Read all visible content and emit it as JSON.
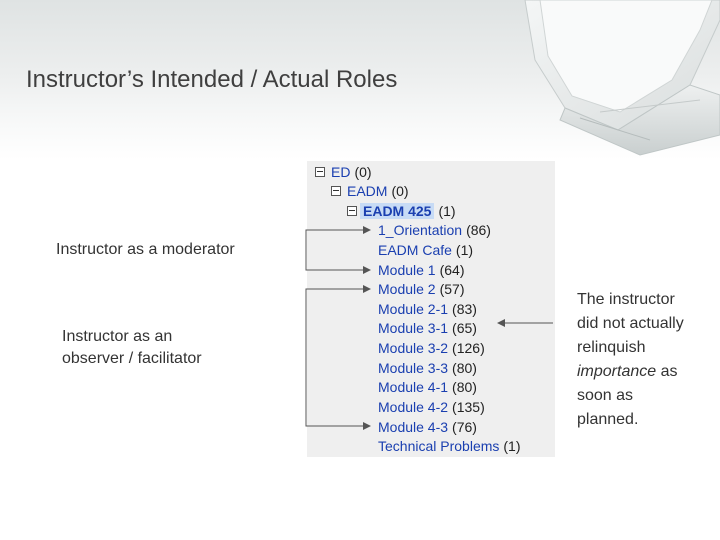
{
  "slide": {
    "title": "Instructor’s Intended / Actual Roles"
  },
  "tree": {
    "nodes": [
      {
        "name": "ED",
        "count": "(0)"
      },
      {
        "name": "EADM",
        "count": "(0)"
      },
      {
        "name": "EADM 425",
        "count": "(1)"
      },
      {
        "name": "1_Orientation",
        "count": "(86)"
      },
      {
        "name": "EADM Cafe",
        "count": "(1)"
      },
      {
        "name": "Module 1",
        "count": "(64)"
      },
      {
        "name": "Module 2",
        "count": "(57)"
      },
      {
        "name": "Module 2-1",
        "count": "(83)"
      },
      {
        "name": "Module 3-1",
        "count": "(65)"
      },
      {
        "name": "Module 3-2",
        "count": "(126)"
      },
      {
        "name": "Module 3-3",
        "count": "(80)"
      },
      {
        "name": "Module 4-1",
        "count": "(80)"
      },
      {
        "name": "Module 4-2",
        "count": "(135)"
      },
      {
        "name": "Module 4-3",
        "count": "(76)"
      },
      {
        "name": "Technical Problems",
        "count": "(1)"
      }
    ]
  },
  "labels": {
    "moderator": "Instructor as a moderator",
    "observer_line1": "Instructor as an",
    "observer_line2": "observer / facilitator"
  },
  "note": {
    "before": "The instructor did not actually relinquish",
    "emphasis": "importance",
    "after": "as soon as planned."
  },
  "colors": {
    "link": "#1a3fb0",
    "selected_bg": "#c7dbf5",
    "arrow": "#555555"
  }
}
